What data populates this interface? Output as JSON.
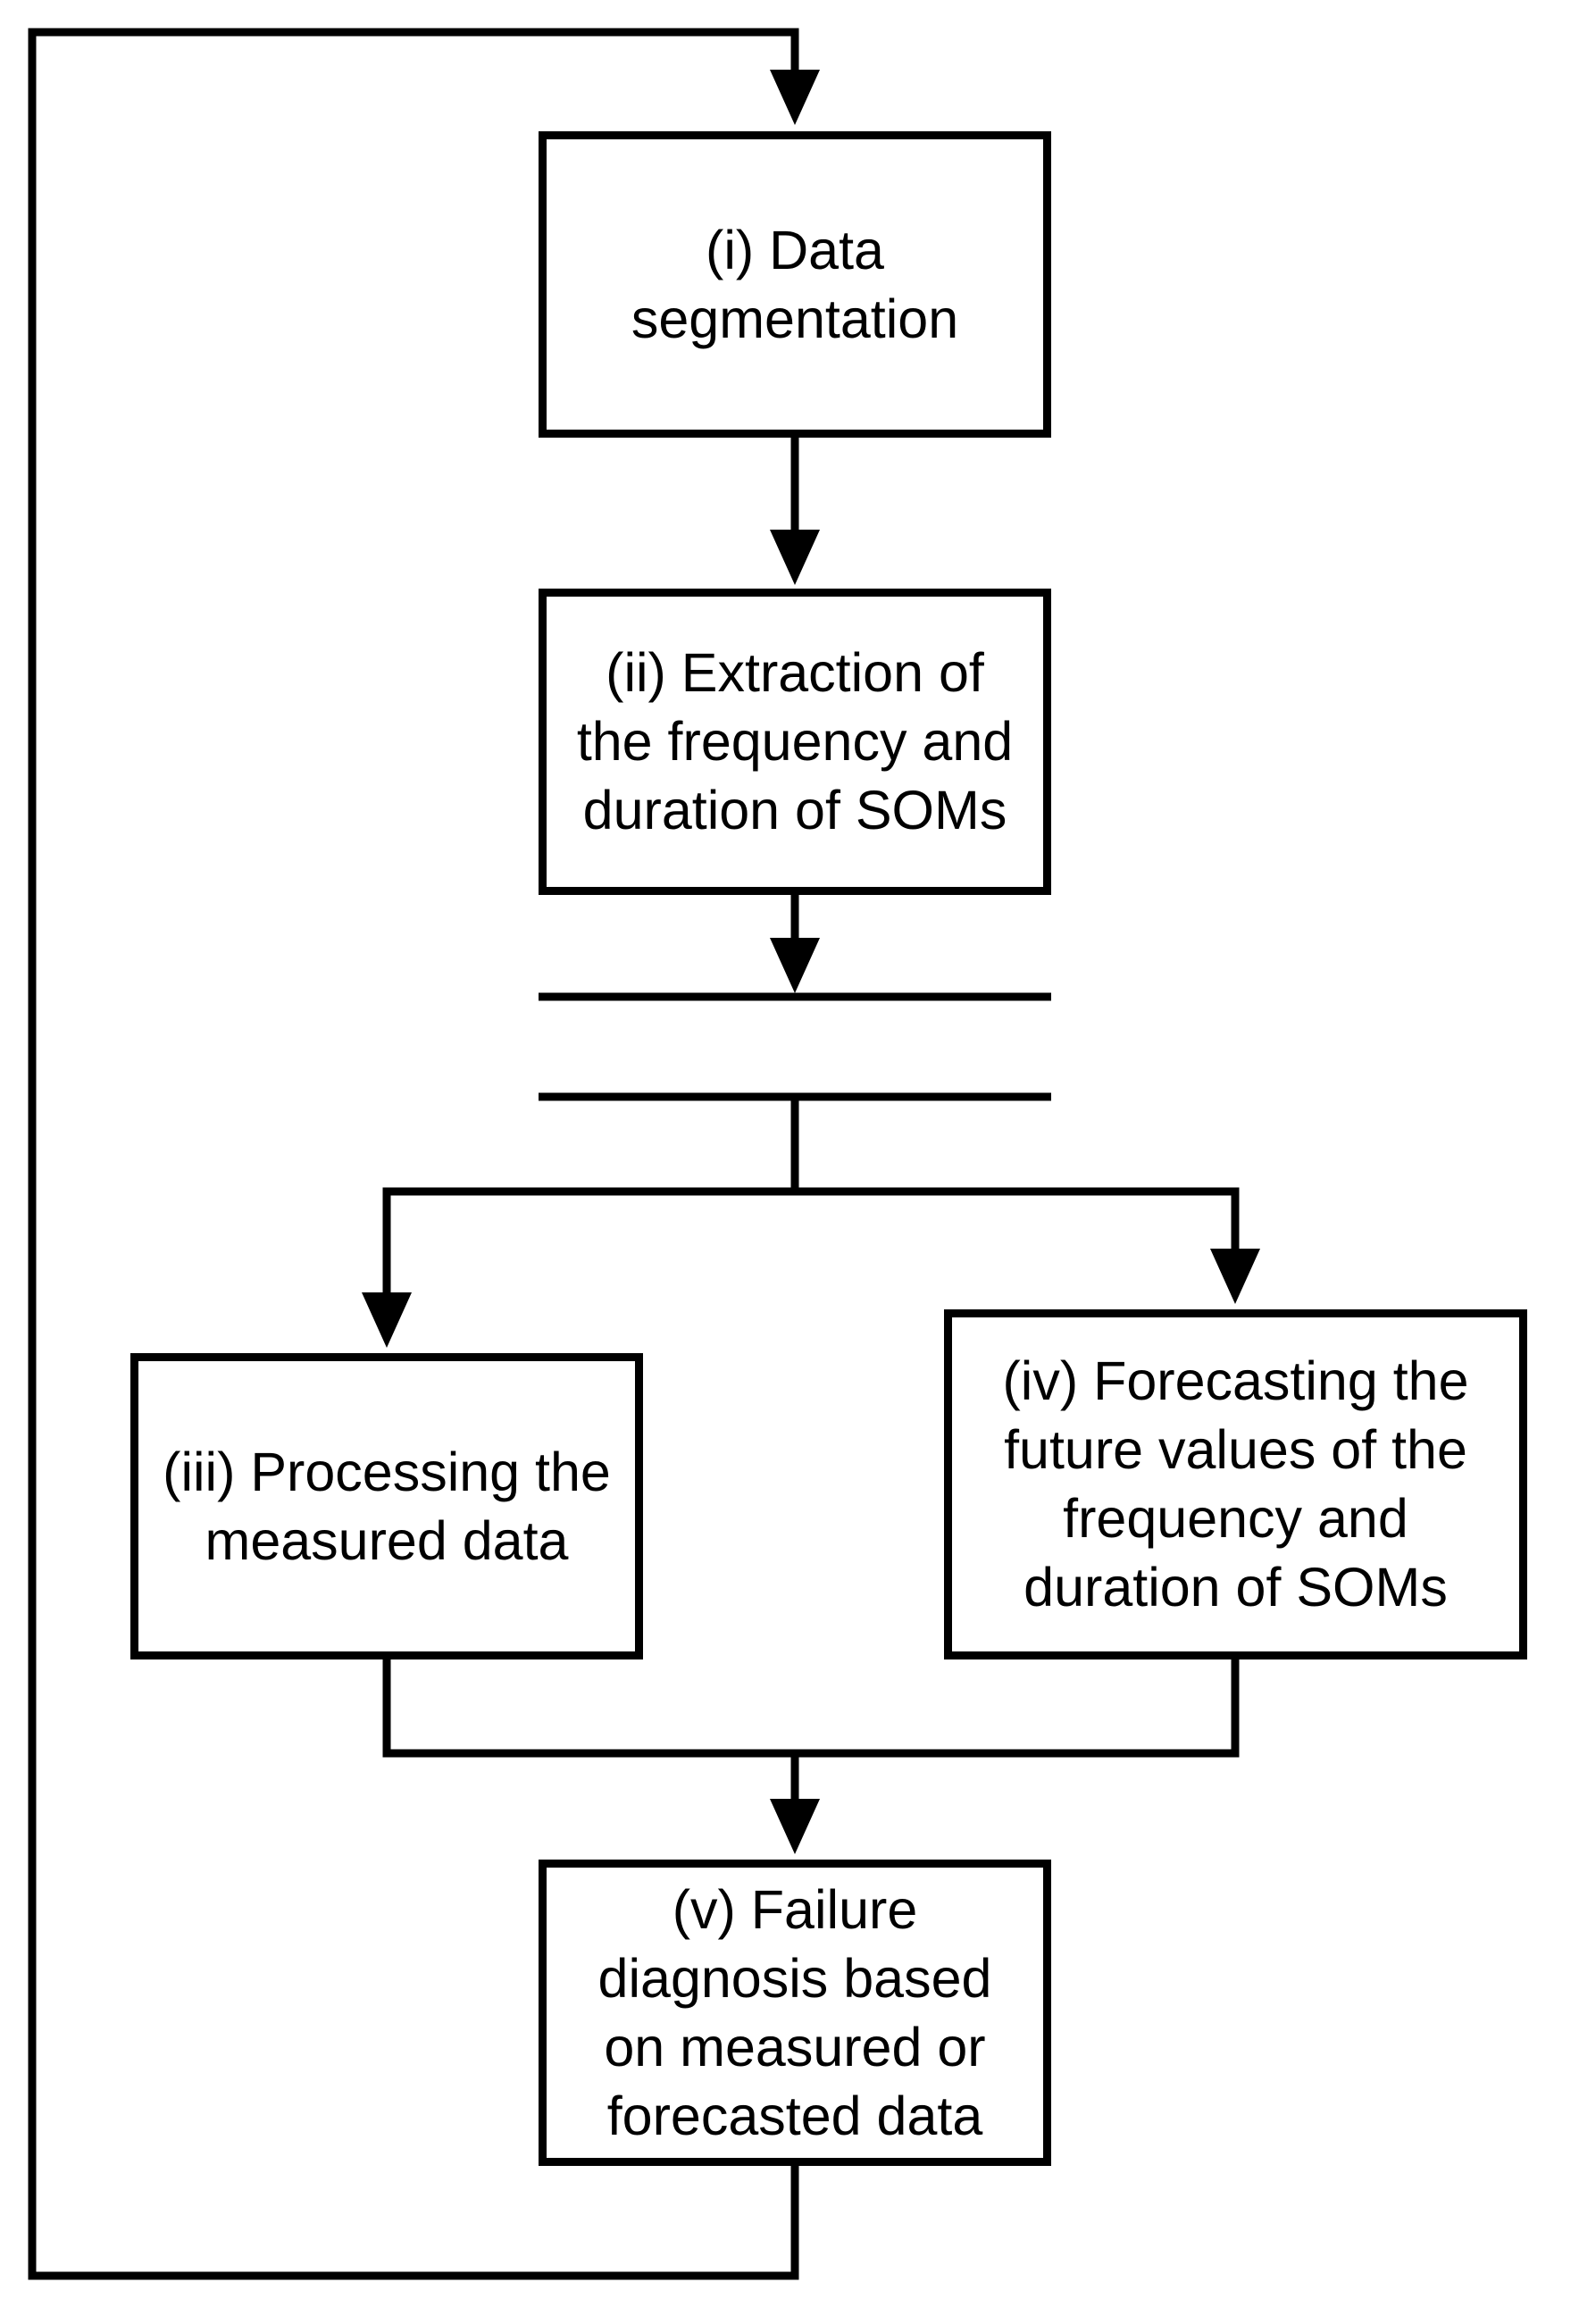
{
  "nodes": {
    "i": {
      "label": "(i) Data\nsegmentation"
    },
    "ii": {
      "label": "(ii) Extraction of\nthe frequency and\nduration of SOMs"
    },
    "iii": {
      "label": "(iii) Processing the\nmeasured data"
    },
    "iv": {
      "label": "(iv) Forecasting the\nfuture values of the\nfrequency and\nduration of SOMs"
    },
    "v": {
      "label": "(v) Failure\ndiagnosis based\non measured or\nforecasted data"
    }
  },
  "colors": {
    "stroke": "#000000",
    "background": "#ffffff"
  }
}
